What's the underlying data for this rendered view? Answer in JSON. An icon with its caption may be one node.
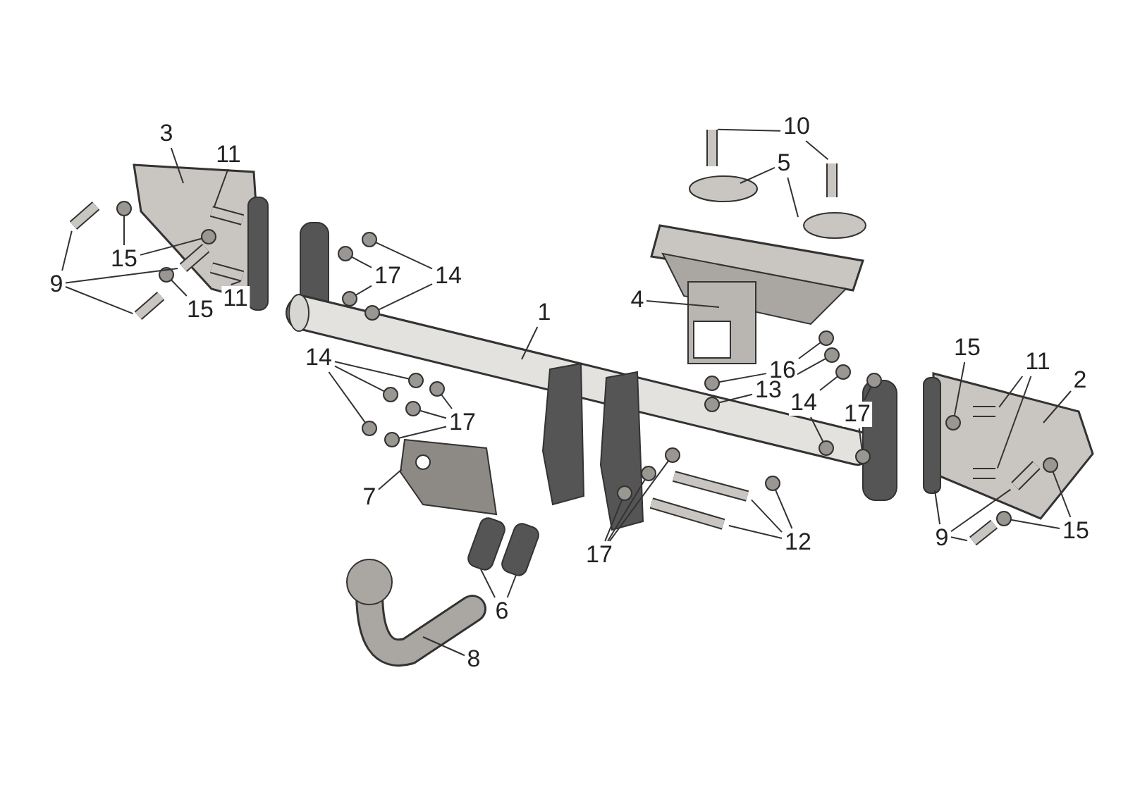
{
  "diagram": {
    "nodes": [
      {
        "text": [
          "3"
        ]
      },
      {
        "text": [
          "11"
        ]
      },
      {
        "text": [
          "10"
        ]
      },
      {
        "text": [
          "5"
        ]
      },
      {
        "text": [
          "15"
        ]
      },
      {
        "text": [
          "9"
        ]
      },
      {
        "text": [
          "17"
        ]
      },
      {
        "text": [
          "14"
        ]
      },
      {
        "text": [
          "4"
        ]
      },
      {
        "text": [
          "15"
        ]
      },
      {
        "text": [
          "11"
        ]
      },
      {
        "text": [
          "1"
        ]
      },
      {
        "text": [
          "15"
        ]
      },
      {
        "text": [
          "11"
        ]
      },
      {
        "text": [
          "2"
        ]
      },
      {
        "text": [
          "16"
        ]
      },
      {
        "text": [
          "14"
        ]
      },
      {
        "text": [
          "13"
        ]
      },
      {
        "text": [
          "14"
        ]
      },
      {
        "text": [
          "17"
        ]
      },
      {
        "text": [
          "17"
        ]
      },
      {
        "text": [
          "7"
        ]
      },
      {
        "text": [
          "12"
        ]
      },
      {
        "text": [
          "9"
        ]
      },
      {
        "text": [
          "15"
        ]
      },
      {
        "text": [
          "17"
        ]
      },
      {
        "text": [
          "6"
        ]
      },
      {
        "text": [
          "8"
        ]
      },
      {
        "text": [],
        "shape": "circle"
      },
      {
        "text": [],
        "shape": "circle"
      },
      {
        "text": [],
        "shape": "circle"
      },
      {
        "text": [],
        "shape": "circle"
      },
      {
        "text": [],
        "shape": "circle"
      },
      {
        "text": [],
        "shape": "circle"
      },
      {
        "text": [],
        "shape": "circle"
      },
      {
        "text": [],
        "shape": "circle"
      },
      {
        "text": [],
        "shape": "circle"
      },
      {
        "text": [],
        "shape": "circle"
      },
      {
        "text": [],
        "shape": "circle"
      },
      {
        "text": [],
        "shape": "circle"
      },
      {
        "text": [],
        "shape": "circle"
      },
      {
        "text": [],
        "shape": "circle"
      },
      {
        "text": [],
        "shape": "circle"
      },
      {
        "text": [],
        "shape": "circle"
      },
      {
        "text": [],
        "shape": "circle"
      },
      {
        "text": [],
        "shape": "circle"
      },
      {
        "text": [],
        "shape": "circle"
      },
      {
        "text": [],
        "shape": "circle"
      },
      {
        "text": [],
        "shape": "circle"
      },
      {
        "text": [],
        "shape": "circle"
      },
      {
        "text": [],
        "shape": "circle"
      },
      {
        "text": [],
        "shape": "circle"
      },
      {
        "text": [],
        "shape": "circle"
      },
      {
        "text": [],
        "shape": "circle"
      },
      {
        "text": [],
        "shape": "circle"
      },
      {
        "text": [],
        "shape": "circle"
      },
      {
        "text": [],
        "shape": "bar"
      },
      {
        "text": [],
        "shape": "bar"
      },
      {
        "text": [],
        "shape": "bar"
      },
      {
        "text": [],
        "shape": "bar"
      },
      {
        "text": [],
        "shape": "bar"
      },
      {
        "text": [],
        "shape": "bar"
      },
      {
        "text": [],
        "shape": "bar"
      },
      {
        "text": [],
        "shape": "bar"
      },
      {
        "text": [],
        "shape": "bar"
      },
      {
        "text": [],
        "shape": "bar"
      },
      {
        "text": [],
        "shape": "bar"
      },
      {
        "text": [],
        "shape": "bar"
      },
      {
        "text": [],
        "shape": "bar"
      }
    ],
    "edges": [
      {
        "from": 0,
        "to": null,
        "arrow": "none"
      },
      {
        "from": 1,
        "to": 58,
        "arrow": "none"
      },
      {
        "from": 2,
        "to": 56,
        "arrow": "none"
      },
      {
        "from": 2,
        "to": 57,
        "arrow": "none"
      },
      {
        "from": 3,
        "to": null,
        "arrow": "none"
      },
      {
        "from": 3,
        "to": null,
        "arrow": "none"
      },
      {
        "from": 4,
        "to": 28,
        "arrow": "none"
      },
      {
        "from": 4,
        "to": 29,
        "arrow": "none"
      },
      {
        "from": 5,
        "to": 60,
        "arrow": "none"
      },
      {
        "from": 5,
        "to": 61,
        "arrow": "none"
      },
      {
        "from": 5,
        "to": 62,
        "arrow": "none"
      },
      {
        "from": 6,
        "to": 31,
        "arrow": "none"
      },
      {
        "from": 6,
        "to": 33,
        "arrow": "none"
      },
      {
        "from": 7,
        "to": 32,
        "arrow": "none"
      },
      {
        "from": 7,
        "to": 34,
        "arrow": "none"
      },
      {
        "from": 8,
        "to": null,
        "arrow": "none"
      },
      {
        "from": 9,
        "to": 30,
        "arrow": "none"
      },
      {
        "from": 10,
        "to": 59,
        "arrow": "none"
      },
      {
        "from": 11,
        "to": null,
        "arrow": "none"
      },
      {
        "from": 12,
        "to": 53,
        "arrow": "none"
      },
      {
        "from": 13,
        "to": 63,
        "arrow": "none"
      },
      {
        "from": 13,
        "to": 64,
        "arrow": "none"
      },
      {
        "from": 14,
        "to": null,
        "arrow": "none"
      },
      {
        "from": 15,
        "to": 41,
        "arrow": "none"
      },
      {
        "from": 15,
        "to": 42,
        "arrow": "none"
      },
      {
        "from": 16,
        "to": 35,
        "arrow": "none"
      },
      {
        "from": 16,
        "to": 36,
        "arrow": "none"
      },
      {
        "from": 16,
        "to": 37,
        "arrow": "none"
      },
      {
        "from": 17,
        "to": 43,
        "arrow": "none"
      },
      {
        "from": 17,
        "to": 44,
        "arrow": "none"
      },
      {
        "from": 18,
        "to": 45,
        "arrow": "none"
      },
      {
        "from": 18,
        "to": 46,
        "arrow": "none"
      },
      {
        "from": 19,
        "to": 38,
        "arrow": "none"
      },
      {
        "from": 19,
        "to": 39,
        "arrow": "none"
      },
      {
        "from": 19,
        "to": 40,
        "arrow": "none"
      },
      {
        "from": 20,
        "to": 47,
        "arrow": "none"
      },
      {
        "from": 20,
        "to": 48,
        "arrow": "none"
      },
      {
        "from": 21,
        "to": null,
        "arrow": "none"
      },
      {
        "from": 22,
        "to": 67,
        "arrow": "none"
      },
      {
        "from": 22,
        "to": 68,
        "arrow": "none"
      },
      {
        "from": 22,
        "to": 52,
        "arrow": "none"
      },
      {
        "from": 23,
        "to": null,
        "arrow": "none"
      },
      {
        "from": 23,
        "to": 65,
        "arrow": "none"
      },
      {
        "from": 23,
        "to": 66,
        "arrow": "none"
      },
      {
        "from": 24,
        "to": 54,
        "arrow": "none"
      },
      {
        "from": 24,
        "to": 55,
        "arrow": "none"
      },
      {
        "from": 25,
        "to": 49,
        "arrow": "none"
      },
      {
        "from": 25,
        "to": 50,
        "arrow": "none"
      },
      {
        "from": 25,
        "to": 51,
        "arrow": "none"
      },
      {
        "from": 26,
        "to": null,
        "arrow": "none"
      },
      {
        "from": 26,
        "to": null,
        "arrow": "none"
      },
      {
        "from": 27,
        "to": null,
        "arrow": "none"
      }
    ]
  }
}
